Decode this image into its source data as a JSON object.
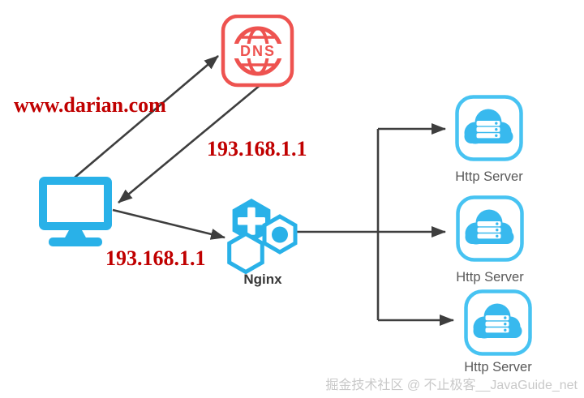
{
  "colors": {
    "blue": "#29b1e8",
    "server-stroke": "#47c3f2",
    "cloud": "#38b9ee",
    "dns-red": "#ee5350",
    "text-red": "#c00000",
    "arrow": "#3e3e3e",
    "nginx-label": "#383838",
    "server-label": "#595959",
    "watermark": "#c9c9c9"
  },
  "diagram": {
    "client": {
      "icon": "monitor-icon"
    },
    "dns": {
      "icon": "dns-globe-icon",
      "logo_text": "DNS"
    },
    "nginx": {
      "icon": "nginx-hexagons-icon",
      "label": "Nginx"
    },
    "edge_labels": {
      "domain_query": "www.darian.com",
      "dns_response_ip": "193.168.1.1",
      "request_ip": "193.168.1.1"
    },
    "servers": [
      {
        "icon": "cloud-server-icon",
        "label": "Http Server"
      },
      {
        "icon": "cloud-server-icon",
        "label": "Http Server"
      },
      {
        "icon": "cloud-server-icon",
        "label": "Http Server"
      }
    ]
  },
  "watermark": {
    "text": "掘金技术社区 @ 不止极客__JavaGuide_net"
  }
}
